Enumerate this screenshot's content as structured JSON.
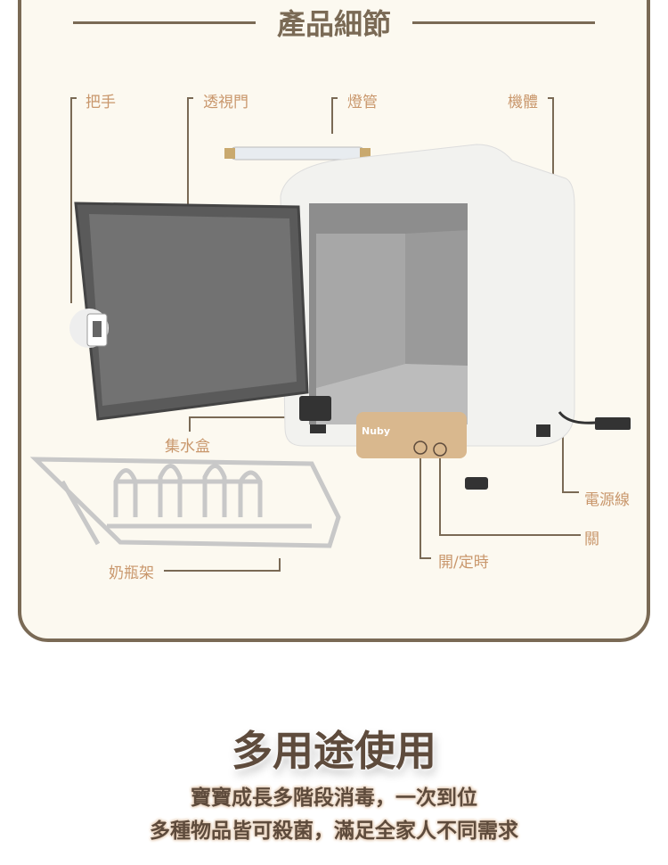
{
  "section_title": "產品細節",
  "parts": {
    "handle": "把手",
    "door": "透視門",
    "lamp": "燈管",
    "body": "機體",
    "drip_tray": "集水盒",
    "bottle_rack": "奶瓶架",
    "power_cord": "電源線",
    "off": "關",
    "on_timer": "開/定時"
  },
  "brand": "Nuby",
  "heading": "多用途使用",
  "lines": [
    "寶寶成長多階段消毒，一次到位",
    "多種物品皆可殺菌，滿足全家人不同需求"
  ],
  "colors": {
    "frame": "#7a6a55",
    "label": "#c9976c",
    "background": "#fcf9f0",
    "text": "#5e4b3c"
  }
}
